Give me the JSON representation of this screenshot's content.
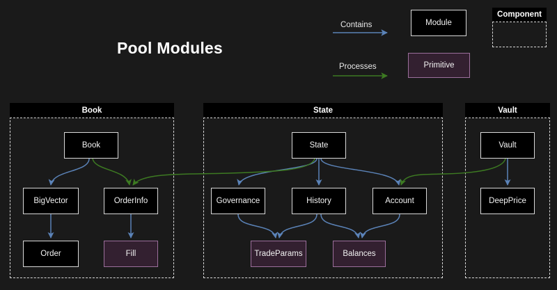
{
  "diagram": {
    "title": "Pool Modules",
    "background_color": "#1a1a1a",
    "edge_colors": {
      "contains": "#5b83b8",
      "processes": "#3d7a22"
    },
    "node_colors": {
      "module_fill": "#000000",
      "module_border": "#d9d9d9",
      "primitive_fill": "#332030",
      "primitive_border": "#9c6f9c"
    }
  },
  "legend": {
    "contains_label": "Contains",
    "processes_label": "Processes",
    "module_label": "Module",
    "primitive_label": "Primitive",
    "component_label": "Component"
  },
  "groups": [
    {
      "id": "book",
      "label": "Book"
    },
    {
      "id": "state",
      "label": "State"
    },
    {
      "id": "vault",
      "label": "Vault"
    }
  ],
  "nodes": [
    {
      "id": "book",
      "label": "Book",
      "group": "book",
      "type": "module"
    },
    {
      "id": "bigvector",
      "label": "BigVector",
      "group": "book",
      "type": "module"
    },
    {
      "id": "orderinfo",
      "label": "OrderInfo",
      "group": "book",
      "type": "module"
    },
    {
      "id": "order",
      "label": "Order",
      "group": "book",
      "type": "module"
    },
    {
      "id": "fill",
      "label": "Fill",
      "group": "book",
      "type": "primitive"
    },
    {
      "id": "state",
      "label": "State",
      "group": "state",
      "type": "module"
    },
    {
      "id": "governance",
      "label": "Governance",
      "group": "state",
      "type": "module"
    },
    {
      "id": "history",
      "label": "History",
      "group": "state",
      "type": "module"
    },
    {
      "id": "account",
      "label": "Account",
      "group": "state",
      "type": "module"
    },
    {
      "id": "tradeparams",
      "label": "TradeParams",
      "group": "state",
      "type": "primitive"
    },
    {
      "id": "balances",
      "label": "Balances",
      "group": "state",
      "type": "primitive"
    },
    {
      "id": "vault",
      "label": "Vault",
      "group": "vault",
      "type": "module"
    },
    {
      "id": "deepprice",
      "label": "DeepPrice",
      "group": "vault",
      "type": "module"
    }
  ],
  "edges": [
    {
      "from": "book",
      "to": "bigvector",
      "kind": "contains"
    },
    {
      "from": "bigvector",
      "to": "order",
      "kind": "contains"
    },
    {
      "from": "orderinfo",
      "to": "fill",
      "kind": "contains"
    },
    {
      "from": "state",
      "to": "governance",
      "kind": "contains"
    },
    {
      "from": "state",
      "to": "history",
      "kind": "contains"
    },
    {
      "from": "state",
      "to": "account",
      "kind": "contains"
    },
    {
      "from": "governance",
      "to": "tradeparams",
      "kind": "contains"
    },
    {
      "from": "history",
      "to": "tradeparams",
      "kind": "contains"
    },
    {
      "from": "history",
      "to": "balances",
      "kind": "contains"
    },
    {
      "from": "account",
      "to": "balances",
      "kind": "contains"
    },
    {
      "from": "vault",
      "to": "deepprice",
      "kind": "contains"
    },
    {
      "from": "book",
      "to": "orderinfo",
      "kind": "processes"
    },
    {
      "from": "state",
      "to": "orderinfo",
      "kind": "processes"
    },
    {
      "from": "vault",
      "to": "account",
      "kind": "processes"
    }
  ]
}
